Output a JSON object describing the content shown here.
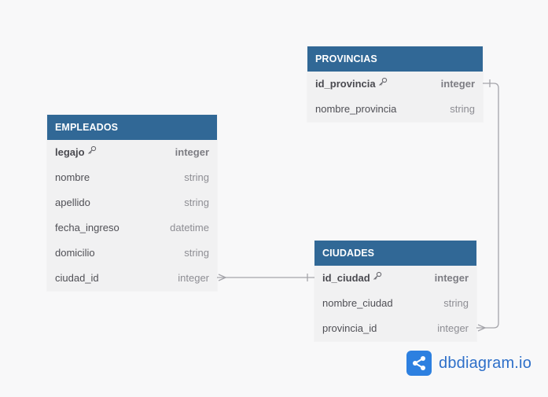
{
  "tables": {
    "provincias": {
      "name": "PROVINCIAS",
      "fields": [
        {
          "name": "id_provincia",
          "type": "integer"
        },
        {
          "name": "nombre_provincia",
          "type": "string"
        }
      ]
    },
    "empleados": {
      "name": "EMPLEADOS",
      "fields": [
        {
          "name": "legajo",
          "type": "integer"
        },
        {
          "name": "nombre",
          "type": "string"
        },
        {
          "name": "apellido",
          "type": "string"
        },
        {
          "name": "fecha_ingreso",
          "type": "datetime"
        },
        {
          "name": "domicilio",
          "type": "string"
        },
        {
          "name": "ciudad_id",
          "type": "integer"
        }
      ]
    },
    "ciudades": {
      "name": "CIUDADES",
      "fields": [
        {
          "name": "id_ciudad",
          "type": "integer"
        },
        {
          "name": "nombre_ciudad",
          "type": "string"
        },
        {
          "name": "provincia_id",
          "type": "integer"
        }
      ]
    }
  },
  "logo": {
    "text": "dbdiagram.io",
    "icon": "share-icon"
  },
  "colors": {
    "header": "#316896",
    "body": "#f1f1f2",
    "link": "#a4a4aa",
    "logo": "#2d80e0"
  }
}
